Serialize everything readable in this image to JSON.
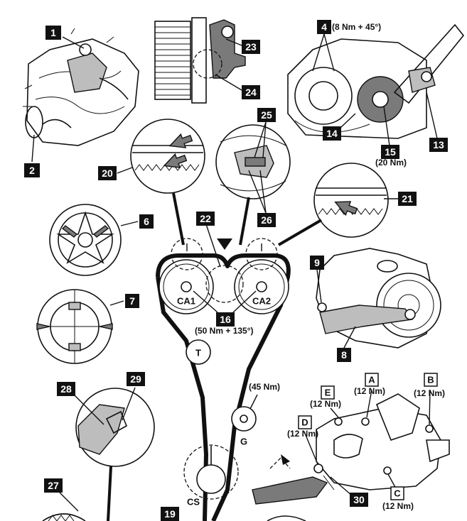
{
  "labels": {
    "l1": "1",
    "l2": "2",
    "l4": "4",
    "l6": "6",
    "l7": "7",
    "l8": "8",
    "l9": "9",
    "l13": "13",
    "l14": "14",
    "l15": "15",
    "l16": "16",
    "l19": "19",
    "l20": "20",
    "l21": "21",
    "l22": "22",
    "l23": "23",
    "l24": "24",
    "l25": "25",
    "l26": "26",
    "l27": "27",
    "l28": "28",
    "l29": "29",
    "l30": "30"
  },
  "letters": {
    "a": "A",
    "b": "B",
    "c": "C",
    "d": "D",
    "e": "E"
  },
  "torques": {
    "t4": "(8 Nm + 45°)",
    "t15": "(20 Nm)",
    "t16": "(50 Nm + 135°)",
    "g": "(45 Nm)",
    "a": "(12 Nm)",
    "b": "(12 Nm)",
    "c": "(12 Nm)",
    "d": "(12 Nm)",
    "e": "(12 Nm)"
  },
  "pulleys": {
    "ca1": "CA1",
    "ca2": "CA2",
    "t": "T",
    "g": "G",
    "cs": "CS"
  }
}
